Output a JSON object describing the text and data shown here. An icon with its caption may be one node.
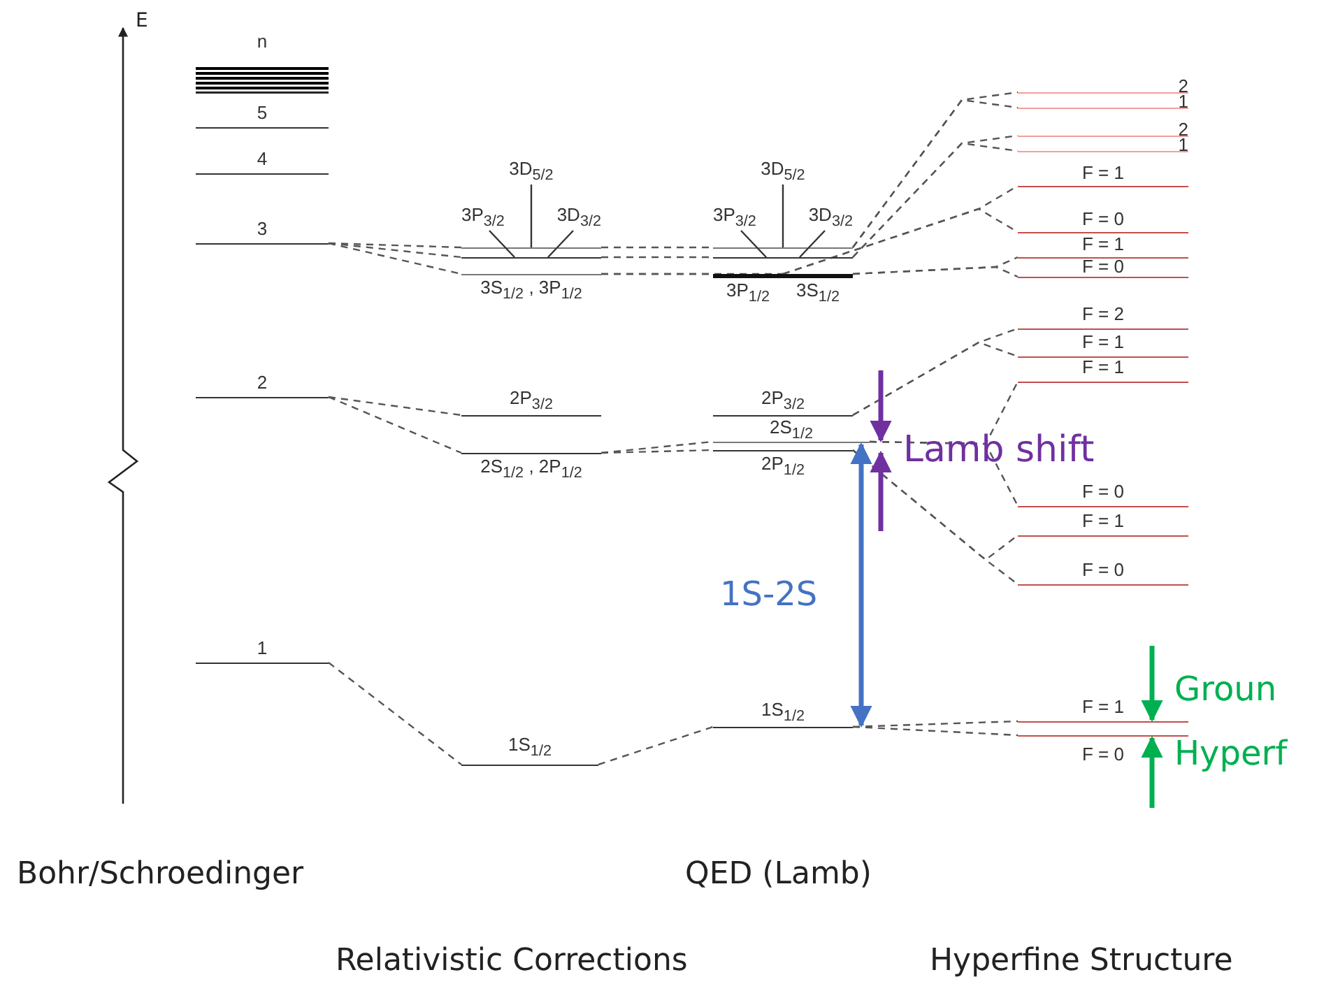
{
  "diagram": {
    "nodes": [
      {
        "text": [
          "n"
        ]
      },
      {
        "text": [
          "5"
        ]
      },
      {
        "text": [
          "4"
        ]
      },
      {
        "text": [
          "3"
        ]
      },
      {
        "text": [
          "2"
        ]
      },
      {
        "text": [
          "1"
        ]
      },
      {
        "text": [
          "3D$_{5/2}$"
        ]
      },
      {
        "text": [
          "3P$_{3/2}$",
          "3D$_{3/2}$"
        ]
      },
      {
        "text": [
          "3S$_{1/2}$ , 3P$_{1/2}$"
        ]
      },
      {
        "text": [
          "2P$_{3/2}$"
        ]
      },
      {
        "text": [
          "2S$_{1/2}$ , 2P$_{1/2}$"
        ]
      },
      {
        "text": [
          "1S$_{1/2}$"
        ]
      },
      {
        "text": [
          "3D$_{5/2}$"
        ]
      },
      {
        "text": [
          "3P$_{3/2}$",
          "3D$_{3/2}$"
        ]
      },
      {
        "text": [
          "3P$_{1/2}$"
        ]
      },
      {
        "text": [
          "3S$_{1/2}$"
        ]
      },
      {
        "text": [
          "2P$_{3/2}$"
        ]
      },
      {
        "text": [
          "2S$_{1/2}$"
        ]
      },
      {
        "text": [
          "2P$_{1/2}$"
        ]
      },
      {
        "text": [
          "1S$_{1/2}$"
        ]
      },
      {
        "text": [
          "2"
        ]
      },
      {
        "text": [
          "1"
        ]
      },
      {
        "text": [
          "2"
        ]
      },
      {
        "text": [
          "1"
        ]
      },
      {
        "text": [
          "F = 1"
        ]
      },
      {
        "text": [
          "F = 0"
        ]
      },
      {
        "text": [
          "F = 1"
        ]
      },
      {
        "text": [
          "F = 0"
        ]
      },
      {
        "text": [
          "F = 2"
        ]
      },
      {
        "text": [
          "F = 1"
        ]
      },
      {
        "text": [
          "F = 1"
        ]
      },
      {
        "text": [
          "F = 0"
        ]
      },
      {
        "text": [
          "F = 1"
        ]
      },
      {
        "text": [
          "F = 0"
        ]
      },
      {
        "text": [
          "F = 1"
        ]
      },
      {
        "text": [
          "F = 0"
        ]
      }
    ],
    "edges": [
      {
        "from": 3,
        "to": 6,
        "arrow": "none",
        "style": "dashed"
      },
      {
        "from": 3,
        "to": 7,
        "arrow": "none",
        "style": "dashed"
      },
      {
        "from": 3,
        "to": 8,
        "arrow": "none",
        "style": "dashed"
      },
      {
        "from": 4,
        "to": 9,
        "arrow": "none",
        "style": "dashed"
      },
      {
        "from": 4,
        "to": 10,
        "arrow": "none",
        "style": "dashed"
      },
      {
        "from": 5,
        "to": 11,
        "arrow": "none",
        "style": "dashed"
      },
      {
        "from": 6,
        "to": 12,
        "arrow": "none",
        "style": "dashed"
      },
      {
        "from": 7,
        "to": 13,
        "arrow": "none",
        "style": "dashed"
      },
      {
        "from": 8,
        "to": 14,
        "arrow": "none",
        "style": "dashed"
      },
      {
        "from": 8,
        "to": 15,
        "arrow": "none",
        "style": "dashed"
      },
      {
        "from": 10,
        "to": 17,
        "arrow": "none",
        "style": "dashed"
      },
      {
        "from": 10,
        "to": 18,
        "arrow": "none",
        "style": "dashed"
      },
      {
        "from": 11,
        "to": 19,
        "arrow": "none",
        "style": "dashed"
      },
      {
        "from": 12,
        "to": 20,
        "arrow": "none",
        "style": "dashed"
      },
      {
        "from": 12,
        "to": 21,
        "arrow": "none",
        "style": "dashed"
      },
      {
        "from": 13,
        "to": 22,
        "arrow": "none",
        "style": "dashed"
      },
      {
        "from": 13,
        "to": 23,
        "arrow": "none",
        "style": "dashed"
      },
      {
        "from": 14,
        "to": 24,
        "arrow": "none",
        "style": "dashed"
      },
      {
        "from": 14,
        "to": 25,
        "arrow": "none",
        "style": "dashed"
      },
      {
        "from": 15,
        "to": 26,
        "arrow": "none",
        "style": "dashed"
      },
      {
        "from": 15,
        "to": 27,
        "arrow": "none",
        "style": "dashed"
      },
      {
        "from": 16,
        "to": 28,
        "arrow": "none",
        "style": "dashed"
      },
      {
        "from": 16,
        "to": 29,
        "arrow": "none",
        "style": "dashed"
      },
      {
        "from": 17,
        "to": 30,
        "arrow": "none",
        "style": "dashed"
      },
      {
        "from": 17,
        "to": 31,
        "arrow": "none",
        "style": "dashed"
      },
      {
        "from": 18,
        "to": 32,
        "arrow": "none",
        "style": "dashed"
      },
      {
        "from": 18,
        "to": 33,
        "arrow": "none",
        "style": "dashed"
      },
      {
        "from": 19,
        "to": 34,
        "arrow": "none",
        "style": "dashed"
      },
      {
        "from": 19,
        "to": 35,
        "arrow": "none",
        "style": "dashed"
      },
      {
        "from": 19,
        "to": 17,
        "arrow": "both",
        "label": "1S-2S",
        "style": "thick",
        "color": "#4472c4"
      },
      {
        "from": null,
        "to": 17,
        "arrow": "to",
        "style": "thick",
        "color": "#7030a0"
      },
      {
        "from": null,
        "to": 18,
        "arrow": "to",
        "style": "thick",
        "color": "#7030a0"
      },
      {
        "from": null,
        "to": 34,
        "arrow": "to",
        "style": "thick",
        "color": "#00b050"
      },
      {
        "from": null,
        "to": 35,
        "arrow": "to",
        "style": "thick",
        "color": "#00b050"
      }
    ],
    "labels": [
      "E",
      "Lamb shift",
      "Groun",
      "Hyperf",
      "Bohr/Schroedinger",
      "QED (Lamb)",
      "Relativistic Corrections",
      "Hyperfine Structure"
    ]
  }
}
